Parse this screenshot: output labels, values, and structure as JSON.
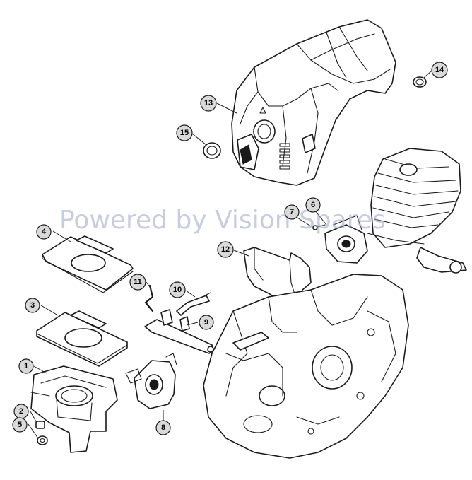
{
  "watermark": "Powered by Vision Spares",
  "callouts": [
    {
      "id": "1",
      "part": "air-filter-base"
    },
    {
      "id": "2",
      "part": "nut"
    },
    {
      "id": "3",
      "part": "filter-gasket"
    },
    {
      "id": "4",
      "part": "filter-plate"
    },
    {
      "id": "5",
      "part": "nut"
    },
    {
      "id": "6",
      "part": "intake-gasket"
    },
    {
      "id": "7",
      "part": "screw"
    },
    {
      "id": "8",
      "part": "carburetor"
    },
    {
      "id": "9",
      "part": "throttle-shaft"
    },
    {
      "id": "10",
      "part": "lever"
    },
    {
      "id": "11",
      "part": "rod"
    },
    {
      "id": "12",
      "part": "baffle-plate"
    },
    {
      "id": "13",
      "part": "shroud"
    },
    {
      "id": "14",
      "part": "grommet"
    },
    {
      "id": "15",
      "part": "plug"
    }
  ],
  "colors": {
    "callout_fill": "#d9d9d9",
    "line": "#1a1a1a",
    "watermark": "#9aa6c8"
  }
}
